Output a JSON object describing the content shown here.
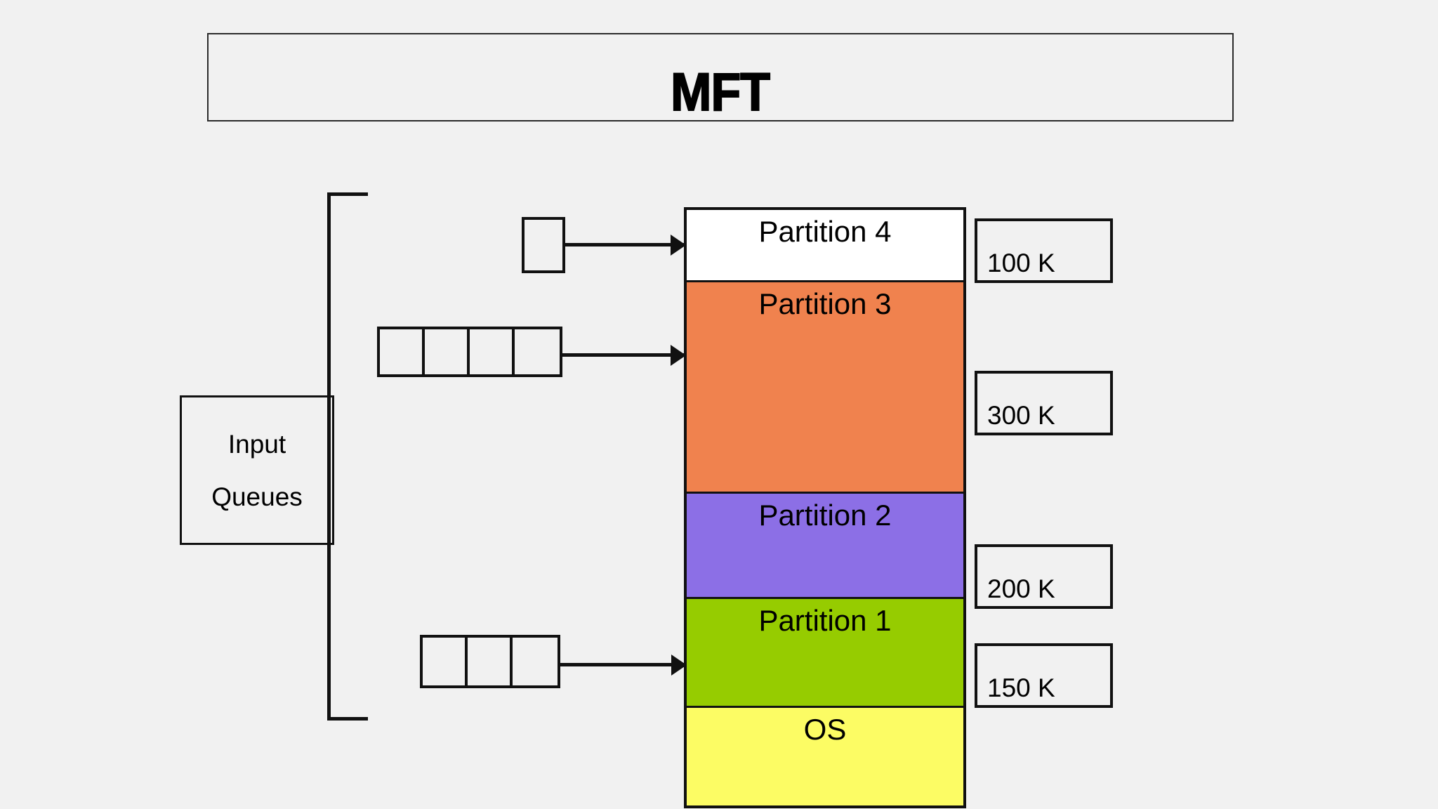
{
  "diagram": {
    "title": "MFT",
    "background_color": "#f1f1f1",
    "line_color": "#111111"
  },
  "input_queues": {
    "label_line1": "Input",
    "label_line2": "Queues",
    "queues": [
      {
        "name": "queue-partition-4",
        "cells": 1,
        "target": "Partition 4"
      },
      {
        "name": "queue-partition-3",
        "cells": 4,
        "target": "Partition 3"
      },
      {
        "name": "queue-partition-1",
        "cells": 3,
        "target": "Partition 1"
      }
    ]
  },
  "memory": {
    "blocks": [
      {
        "label": "Partition 4",
        "color": "#ffffff"
      },
      {
        "label": "Partition 3",
        "color": "#f0824e"
      },
      {
        "label": "Partition 2",
        "color": "#8c6fe6"
      },
      {
        "label": "Partition 1",
        "color": "#96cc00"
      },
      {
        "label": "OS",
        "color": "#fcfc64"
      }
    ]
  },
  "sizes": [
    {
      "for": "Partition 4",
      "value": "100 K"
    },
    {
      "for": "Partition 3",
      "value": "300 K"
    },
    {
      "for": "Partition 2",
      "value": "200 K"
    },
    {
      "for": "Partition 1",
      "value": "150 K"
    }
  ]
}
